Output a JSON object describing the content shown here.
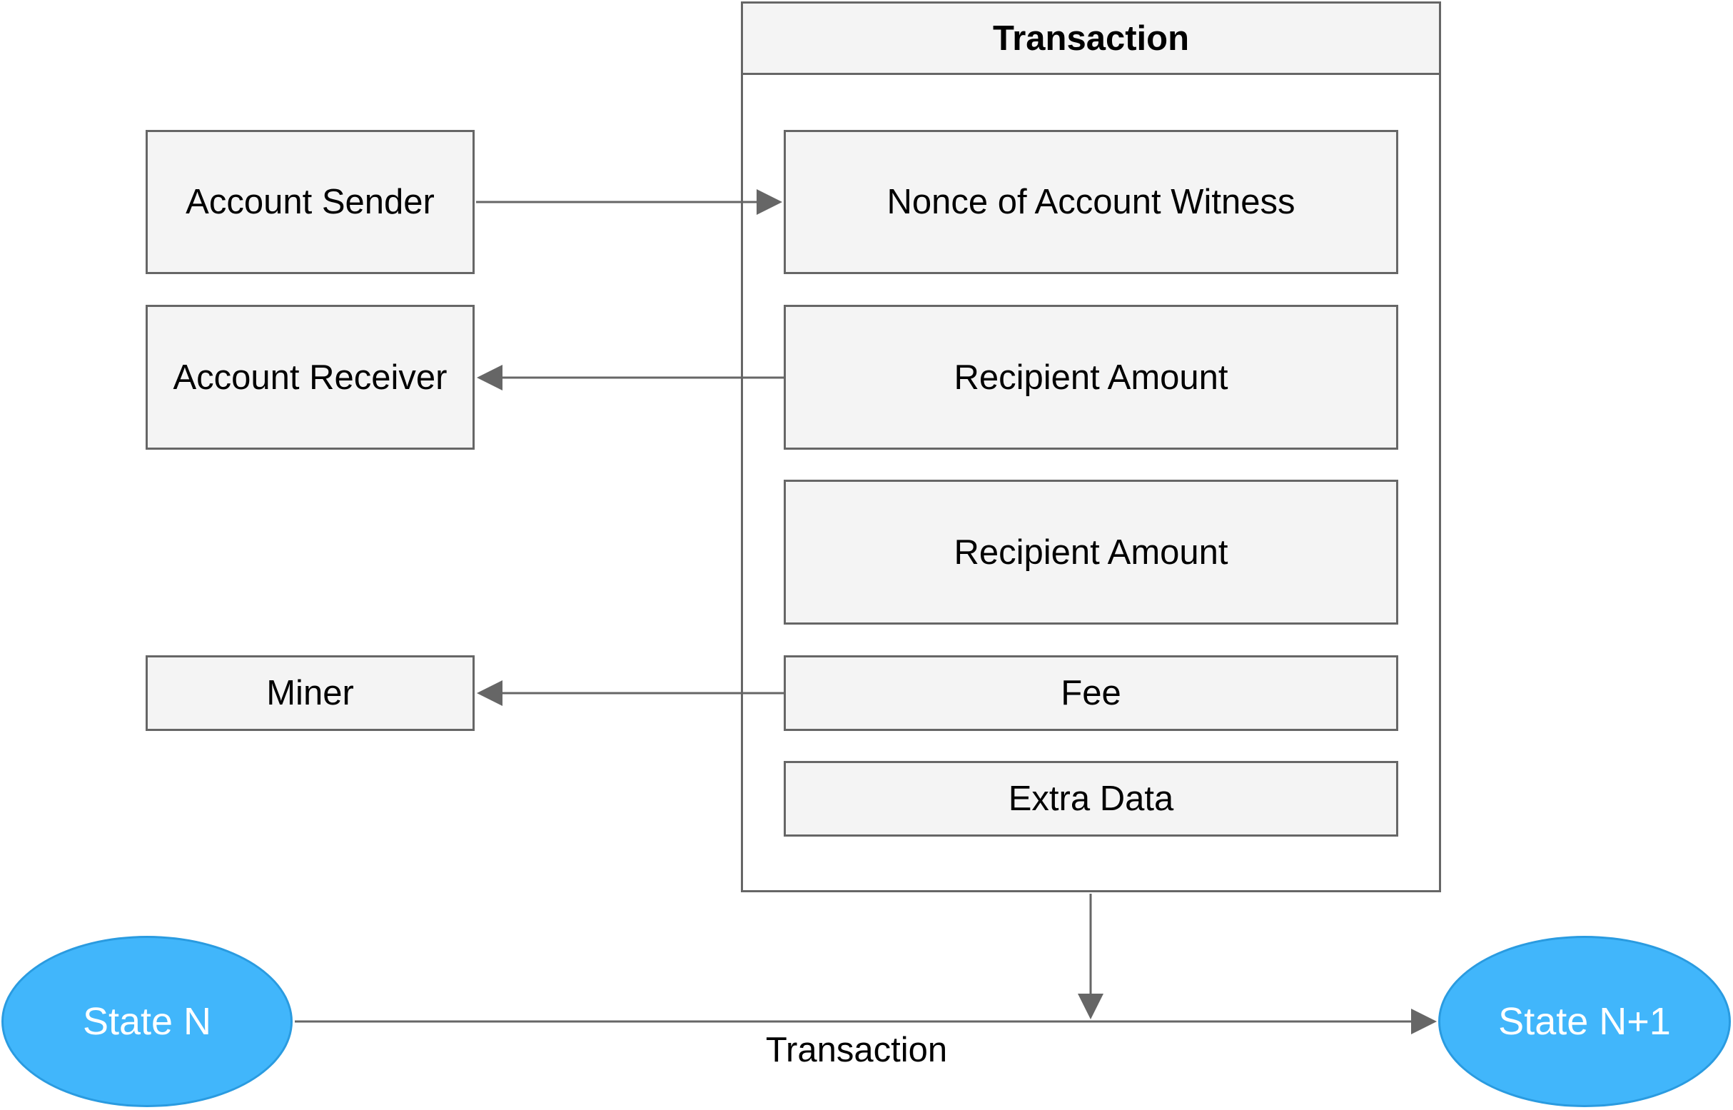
{
  "transaction": {
    "title": "Transaction",
    "fields": {
      "nonce": "Nonce of Account Witness",
      "recipient_amount_1": "Recipient Amount",
      "recipient_amount_2": "Recipient Amount",
      "fee": "Fee",
      "extra_data": "Extra Data"
    }
  },
  "accounts": {
    "sender": "Account Sender",
    "receiver": "Account Receiver",
    "miner": "Miner"
  },
  "states": {
    "from": "State N",
    "to": "State N+1"
  },
  "edge_label": "Transaction",
  "colors": {
    "box_fill": "#f4f4f4",
    "stroke": "#666666",
    "state_fill": "#41b6fb"
  }
}
